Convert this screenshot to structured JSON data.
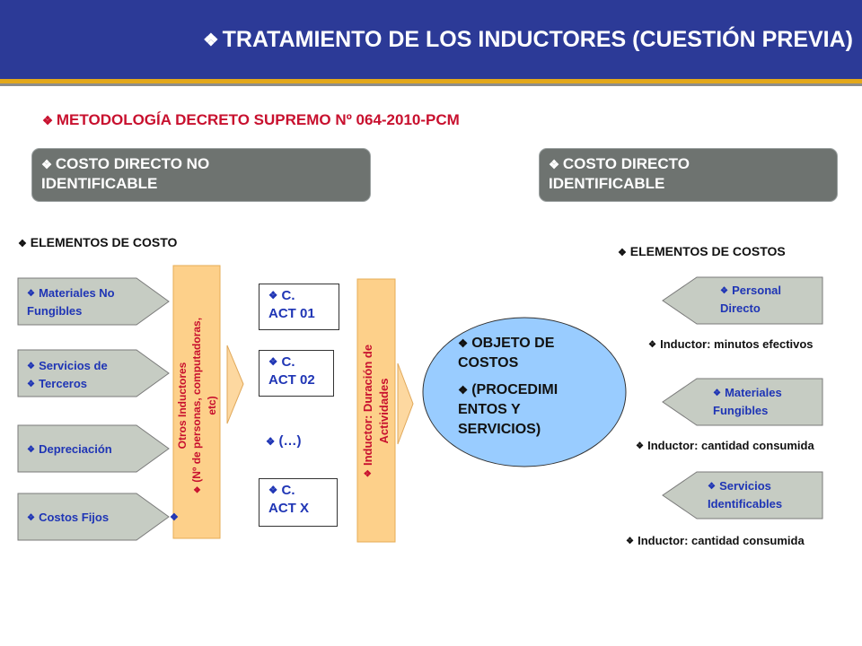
{
  "header": {
    "title": "TRATAMIENTO DE LOS INDUCTORES (CUESTIÓN PREVIA)"
  },
  "bullet": "❖",
  "subtitle": "METODOLOGÍA DECRETO SUPREMO Nº 064-2010-PCM",
  "cost_left": {
    "line1": "COSTO DIRECTO NO",
    "line2": "IDENTIFICABLE"
  },
  "cost_right": {
    "line1": "COSTO DIRECTO",
    "line2": "IDENTIFICABLE"
  },
  "left_section": {
    "title": "ELEMENTOS DE COSTO",
    "items": [
      {
        "line1": "Materiales  No",
        "line2": "Fungibles"
      },
      {
        "line1": "Servicios  de",
        "line2": "Terceros"
      },
      {
        "line1": "Depreciación"
      },
      {
        "line1": "Costos  Fijos"
      }
    ]
  },
  "otros_inductores": {
    "line1": "Otros Inductores",
    "line2": "(Nº de personas, computadoras,",
    "line3": "etc)"
  },
  "activities": [
    {
      "line1": "C.",
      "line2": "ACT 01"
    },
    {
      "line1": "C.",
      "line2": "ACT 02"
    },
    {
      "line1": "(…)"
    },
    {
      "line1": "C.",
      "line2": "ACT X"
    }
  ],
  "inductor_duracion": {
    "line1": "Inductor: Duración de",
    "line2": "Actividades"
  },
  "objeto": {
    "line1": "OBJETO DE",
    "line2": "COSTOS",
    "line3": "(PROCEDIMI",
    "line4": "ENTOS Y",
    "line5": "SERVICIOS)"
  },
  "right_section": {
    "title": "ELEMENTOS DE COSTOS",
    "items": [
      {
        "line1": "Personal",
        "line2": "Directo",
        "inductor": "Inductor: minutos efectivos"
      },
      {
        "line1": "Materiales",
        "line2": "Fungibles",
        "inductor": "Inductor: cantidad consumida"
      },
      {
        "line1": "Servicios",
        "line2": "Identificables",
        "inductor": "Inductor: cantidad consumida"
      }
    ]
  },
  "colors": {
    "header": "#2c3a97",
    "accent_red": "#c8102e",
    "accent_blue": "#1f35b5",
    "grey_box": "#6e7370",
    "shape_fill": "#c6ccc3",
    "orange_band": "#fdd08a",
    "ellipse": "#99ccff"
  }
}
